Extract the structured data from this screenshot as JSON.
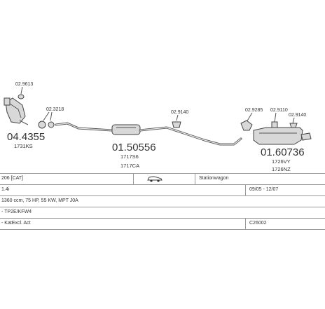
{
  "parts": {
    "catalyst_number": "04.4355",
    "catalyst_code": "1731KS",
    "center_number": "01.50556",
    "center_code_1": "1717S6",
    "center_code_2": "1717CA",
    "rear_number": "01.60736",
    "rear_code_1": "1726VY",
    "rear_code_2": "1726NZ"
  },
  "hardware": {
    "h1": "02.9613",
    "h2": "02.3218",
    "h3": "02.9140",
    "h4": "02.9285",
    "h5": "02.9110",
    "h6": "02.9140"
  },
  "table": {
    "row1_col1": "206  [CAT]",
    "row1_col3": "Stationwagon",
    "row2_col1": "1.4i",
    "row2_col2": "09/05 - 12/07",
    "row3_col1": "1360 ccm, 75 HP, 55 KW, MPT J0A",
    "row4_col1": "- TP2E/KFW4",
    "row5_col1": "- KatExcl. Act",
    "row5_col2": "C26002"
  }
}
